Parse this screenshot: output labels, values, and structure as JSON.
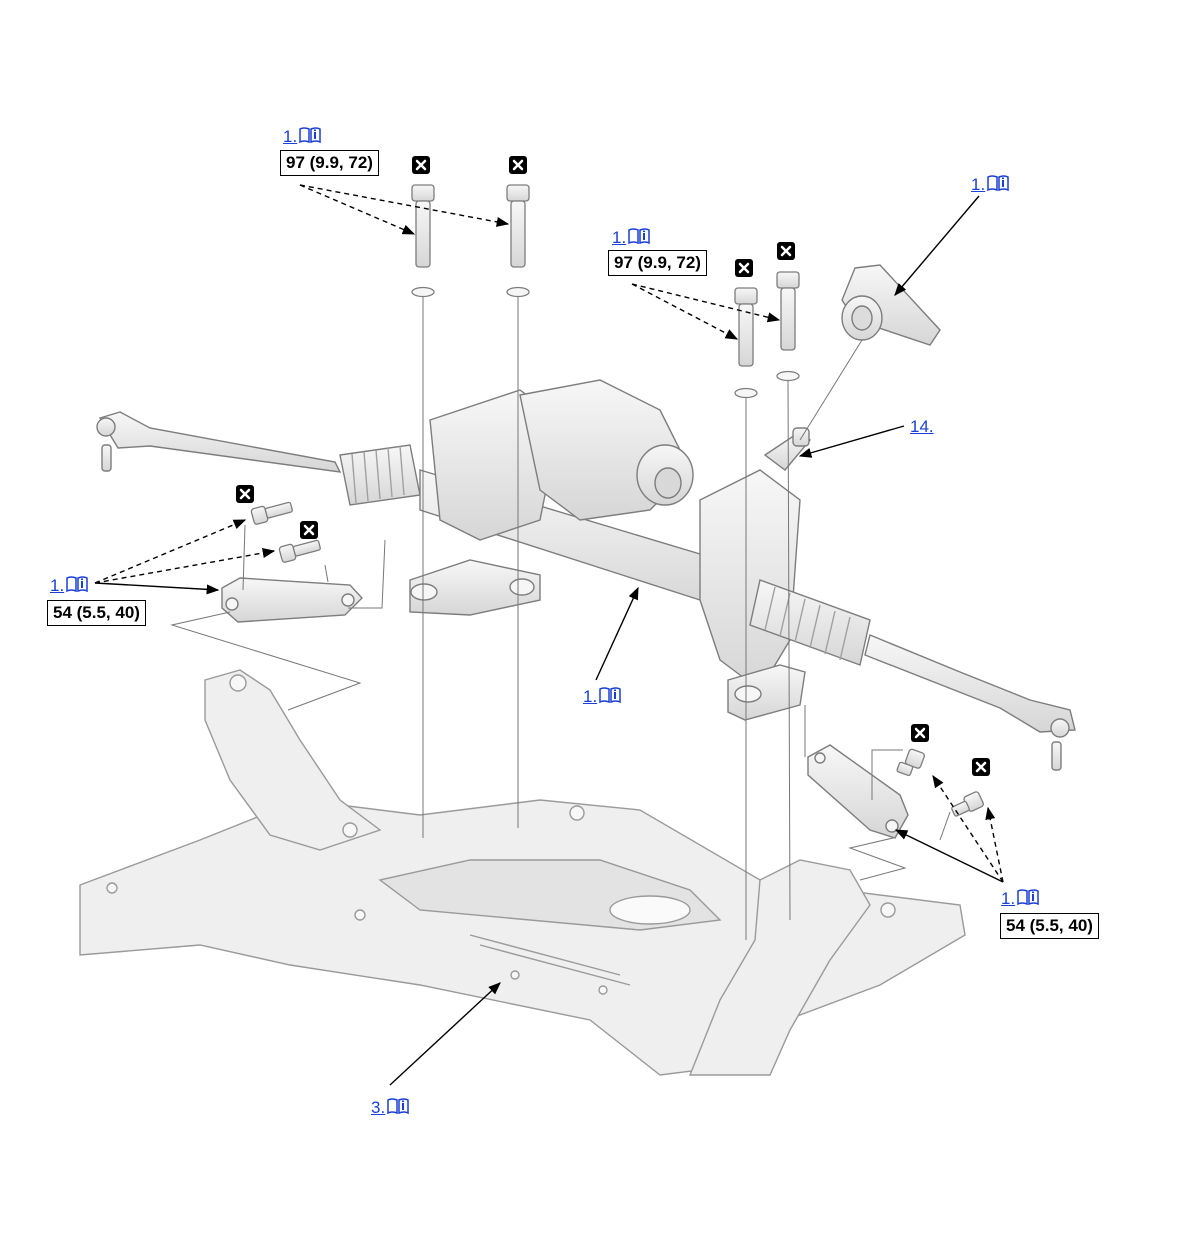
{
  "callouts": [
    {
      "id": "c1",
      "label": "1.",
      "icon": "info-book-icon"
    },
    {
      "id": "c2",
      "label": "1.",
      "icon": "info-book-icon"
    },
    {
      "id": "c3",
      "label": "1.",
      "icon": "info-book-icon"
    },
    {
      "id": "c4",
      "label": "1.",
      "icon": "info-book-icon"
    },
    {
      "id": "c5",
      "label": "1.",
      "icon": "info-book-icon"
    },
    {
      "id": "c6",
      "label": "1.",
      "icon": "info-book-icon"
    },
    {
      "id": "c7",
      "label": "14.",
      "icon": ""
    },
    {
      "id": "c8",
      "label": "3.",
      "icon": "info-book-icon"
    }
  ],
  "torque_specs": [
    {
      "id": "t1",
      "text": "97 (9.9, 72)"
    },
    {
      "id": "t2",
      "text": "97 (9.9, 72)"
    },
    {
      "id": "t3",
      "text": "54 (5.5, 40)"
    },
    {
      "id": "t4",
      "text": "54 (5.5, 40)"
    }
  ],
  "replace_marker_icon": "replace-part-icon",
  "colors": {
    "link": "#1a3fd6",
    "part_fill": "#eeeeee",
    "part_stroke": "#8a8a8a",
    "line": "#000000"
  }
}
